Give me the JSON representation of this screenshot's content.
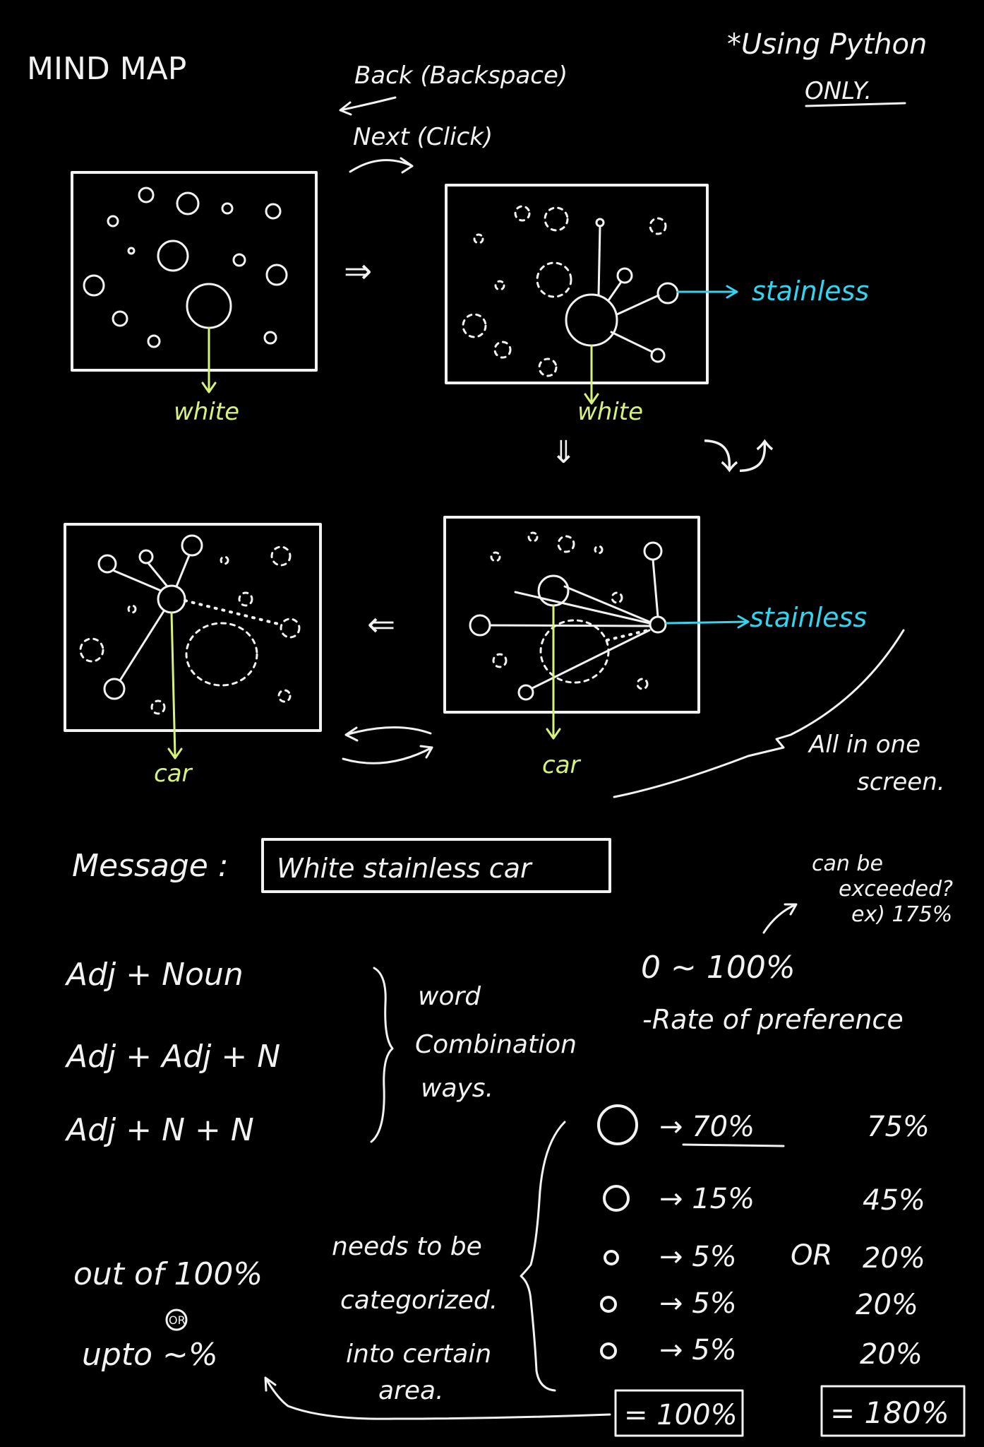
{
  "title": "MIND MAP",
  "note": "*Using Python",
  "note_emphasis": "ONLY.",
  "nav": {
    "back": "Back (Backspace)",
    "next": "Next (Click)"
  },
  "labels": {
    "white_1": "white",
    "white_2": "white",
    "stainless_1": "stainless",
    "stainless_2": "stainless",
    "car_1": "car",
    "car_2": "car"
  },
  "arrows": {
    "right": "⇒",
    "down": "⇓",
    "left": "⇐",
    "updown": "⤵⤴"
  },
  "all_one_screen": [
    "All in one",
    "screen."
  ],
  "message": {
    "label": "Message :",
    "value": "White stainless car"
  },
  "combos": {
    "rows": [
      "Adj + Noun",
      "Adj + Adj + N",
      "Adj + N + N"
    ],
    "note": [
      "word",
      "Combination",
      "ways."
    ]
  },
  "preference": {
    "range": "0 ~ 100%",
    "label": "-Rate of preference",
    "exceed_note": [
      "can be",
      "exceeded?",
      "ex) 175%"
    ],
    "rows": [
      {
        "left": "→ 70%",
        "right": "75%"
      },
      {
        "left": "→ 15%",
        "right": "45%"
      },
      {
        "left": "→ 5%",
        "right": "20%"
      },
      {
        "left": "→ 5%",
        "right": "20%"
      },
      {
        "left": "→ 5%",
        "right": "20%"
      }
    ],
    "or_label": "OR",
    "total_left": "= 100%",
    "total_right": "= 180%"
  },
  "categorize": {
    "out_of": "out of 100%",
    "or_badge": "OR",
    "upto": "upto ~%",
    "needs": [
      "needs to be",
      "categorized.",
      "into certain",
      "area."
    ]
  },
  "colors": {
    "ink": "#f2f2f2",
    "green": "#d6f27c",
    "cyan": "#34d4ee",
    "background": "#000000"
  }
}
